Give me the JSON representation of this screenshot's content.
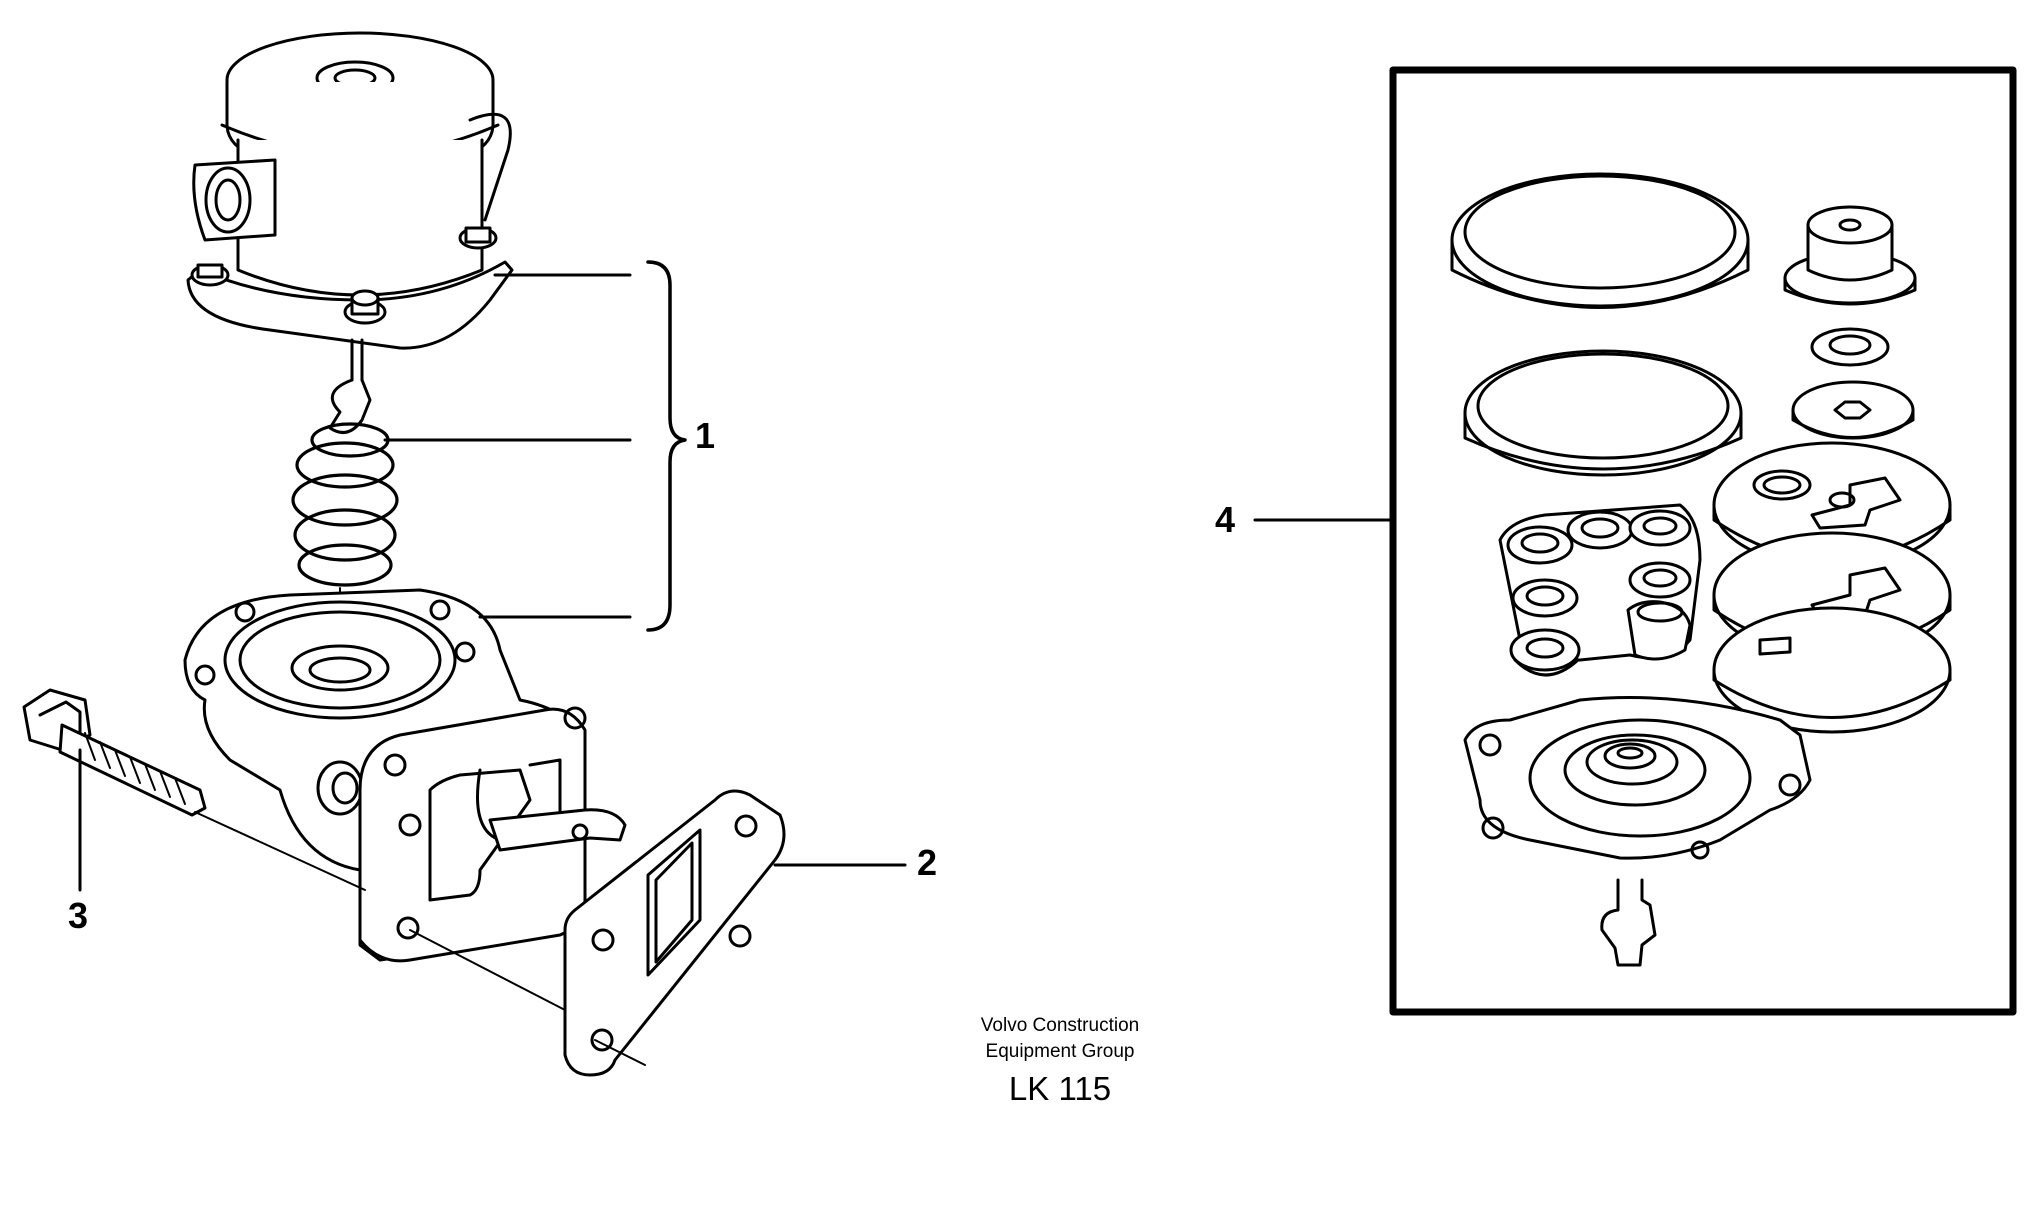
{
  "callouts": {
    "c1": "1",
    "c2": "2",
    "c3": "3",
    "c4": "4"
  },
  "credit": {
    "line1": "Volvo Construction",
    "line2": "Equipment Group",
    "code": "LK 115"
  },
  "colors": {
    "ink": "#000000",
    "paper": "#ffffff"
  }
}
